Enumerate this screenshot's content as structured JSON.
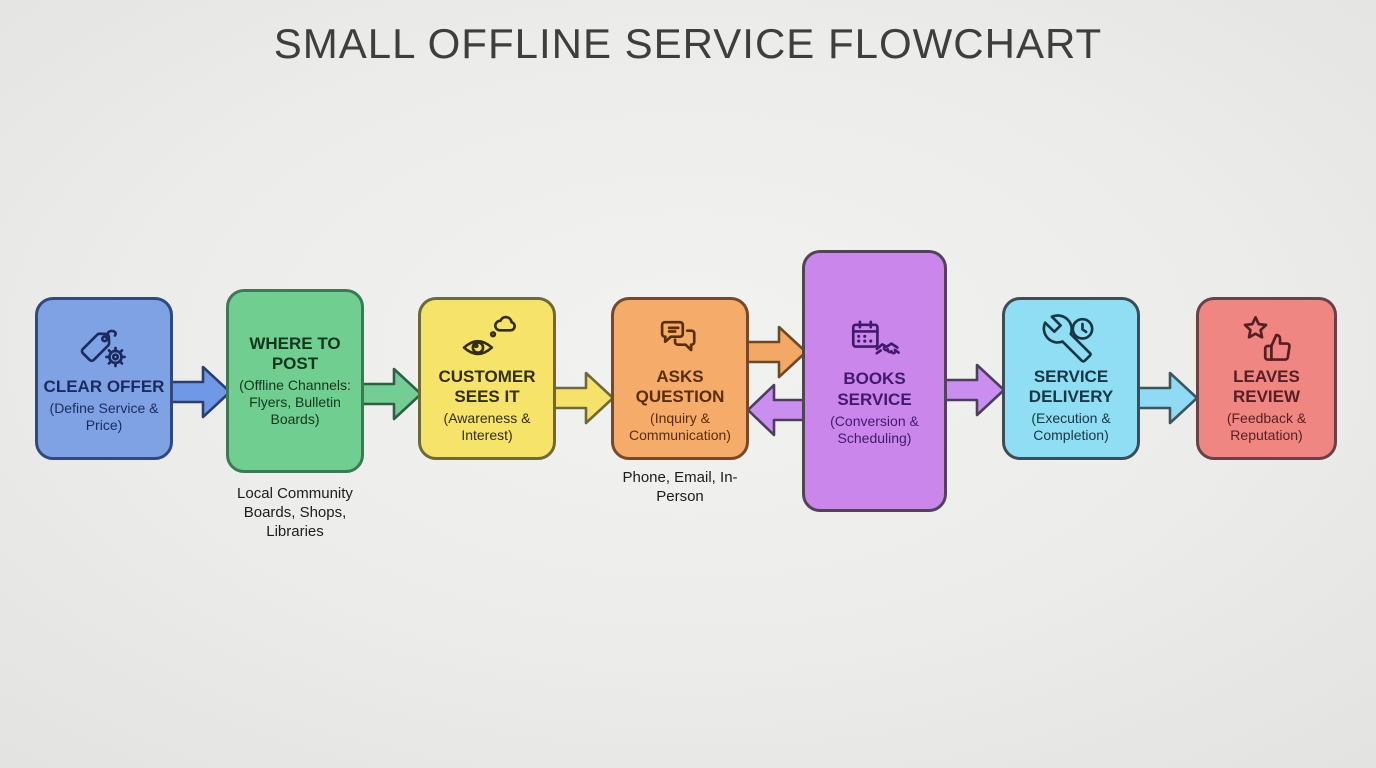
{
  "title": "SMALL OFFLINE SERVICE FLOWCHART",
  "background": "#ececea",
  "steps": [
    {
      "id": "clear-offer",
      "title": "CLEAR OFFER",
      "subtitle": "(Define Service & Price)",
      "icon": "price-tag-gear-icon",
      "fill": "#7fa2e4",
      "border": "#30497e",
      "text_color": "#1c2b5e"
    },
    {
      "id": "where-to-post",
      "title": "WHERE TO POST",
      "subtitle": "(Offline Channels: Flyers, Bulletin Boards)",
      "note": "Local Community Boards, Shops, Libraries",
      "fill": "#71ce91",
      "border": "#3c7a55",
      "text_color": "#14361f"
    },
    {
      "id": "customer-sees-it",
      "title": "CUSTOMER SEES IT",
      "subtitle": "(Awareness & Interest)",
      "icon": "eye-thought-bubble-icon",
      "fill": "#f6e369",
      "border": "#6d6a38",
      "text_color": "#332f10"
    },
    {
      "id": "asks-question",
      "title": "ASKS QUESTION",
      "subtitle": "(Inquiry & Communication)",
      "note": "Phone, Email, In-Person",
      "icon": "chat-bubbles-icon",
      "fill": "#f5ab69",
      "border": "#77492a",
      "text_color": "#5a2e08"
    },
    {
      "id": "books-service",
      "title": "BOOKS SERVICE",
      "subtitle": "(Conversion & Scheduling)",
      "icon": "calendar-handshake-icon",
      "fill": "#cb86ec",
      "border": "#514457",
      "text_color": "#401b6b"
    },
    {
      "id": "service-delivery",
      "title": "SERVICE DELIVERY",
      "subtitle": "(Execution & Completion)",
      "icon": "wrench-clock-icon",
      "fill": "#90def4",
      "border": "#3b4e57",
      "text_color": "#173744"
    },
    {
      "id": "leaves-review",
      "title": "LEAVES REVIEW",
      "subtitle": "(Feedback & Reputation)",
      "icon": "star-thumbs-up-icon",
      "fill": "#f08681",
      "border": "#694249",
      "text_color": "#561f23"
    }
  ],
  "arrows": [
    {
      "from": "clear-offer",
      "to": "where-to-post",
      "direction": "right",
      "color": "#6f98e6"
    },
    {
      "from": "where-to-post",
      "to": "customer-sees-it",
      "direction": "right",
      "color": "#74ce94"
    },
    {
      "from": "customer-sees-it",
      "to": "asks-question",
      "direction": "right",
      "color": "#f6e26b"
    },
    {
      "from": "asks-question",
      "to": "books-service",
      "direction": "right",
      "color": "#f3a965"
    },
    {
      "from": "books-service",
      "to": "asks-question",
      "direction": "left",
      "color": "#c98ef0"
    },
    {
      "from": "books-service",
      "to": "service-delivery",
      "direction": "right",
      "color": "#c98ef0"
    },
    {
      "from": "service-delivery",
      "to": "leaves-review",
      "direction": "right",
      "color": "#90daf3"
    }
  ]
}
